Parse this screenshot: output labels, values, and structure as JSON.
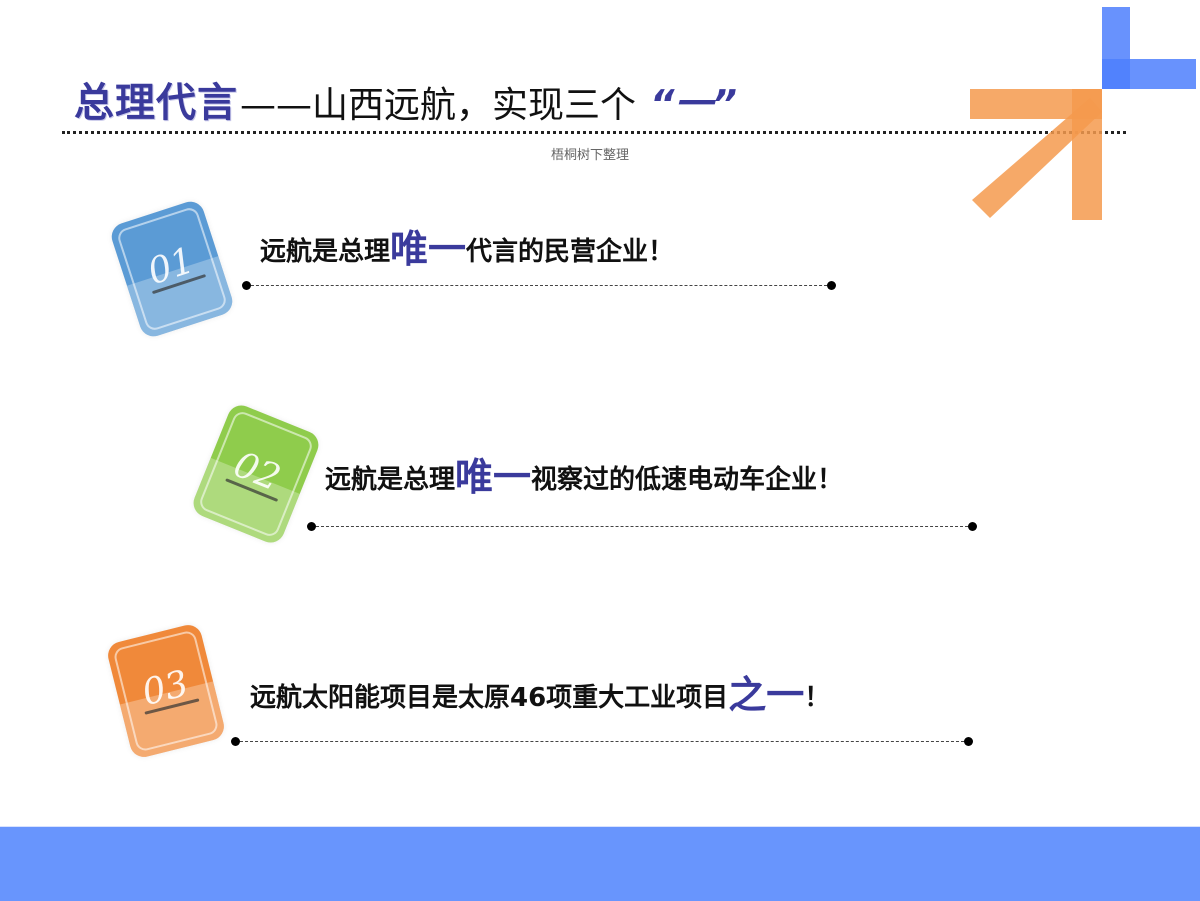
{
  "header": {
    "title_accent": "总理代言",
    "title_rest": "——山西远航，实现三个",
    "title_quote": "“一”",
    "subtitle": "梧桐树下整理"
  },
  "colors": {
    "accent": "#3a3a9c",
    "footer": "#6895fd",
    "logo_blue": "#4d7ffd",
    "logo_orange": "#f59a4e",
    "card_blue": "#5b9bd5",
    "card_green": "#8fcc4c",
    "card_orange": "#f0893a"
  },
  "items": [
    {
      "number": "01",
      "pre": "远航是总理",
      "highlight": "唯一",
      "post": "代言的民营企业！"
    },
    {
      "number": "02",
      "pre": "远航是总理",
      "highlight": "唯一",
      "post": "视察过的低速电动车企业！"
    },
    {
      "number": "03",
      "pre": "远航太阳能项目是太原46项重大工业项目",
      "highlight": "之一",
      "post": "！"
    }
  ]
}
